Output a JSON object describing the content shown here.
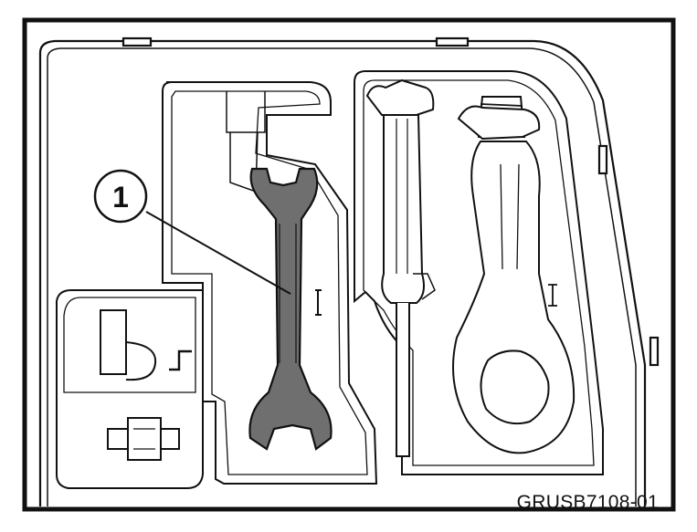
{
  "diagram": {
    "callout": {
      "number": "1"
    },
    "figure_code": "GRUSB7108-01",
    "colors": {
      "line": "#111111",
      "wrench_fill": "#6f6f6f",
      "tray_fill": "#ffffff"
    },
    "icons": [
      "double-open-end-wrench",
      "screwdriver",
      "towing-eye",
      "hex-bit-adapter"
    ]
  }
}
